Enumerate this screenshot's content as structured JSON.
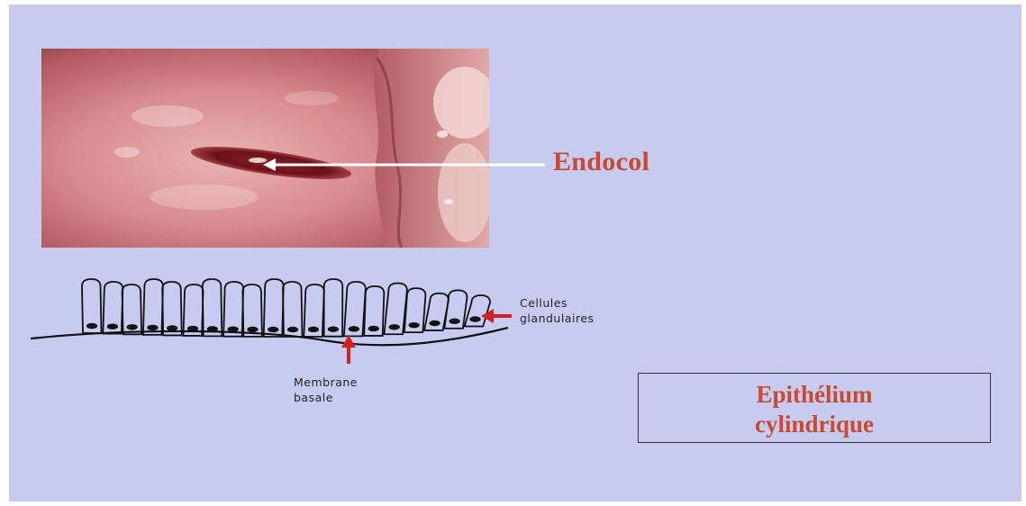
{
  "labels": {
    "endocol": "Endocol",
    "cellules_line1": "Cellules",
    "cellules_line2": "glandulaires",
    "membrane_line1": "Membrane",
    "membrane_line2": "basale",
    "box_line1": "Epithélium",
    "box_line2": "cylindrique"
  },
  "colors": {
    "slide_background": "#c8cbf0",
    "label_red": "#c94a32",
    "arrow_red": "#d42020",
    "pointer_white": "#ffffff"
  },
  "diagram": {
    "cell_count": 20
  }
}
